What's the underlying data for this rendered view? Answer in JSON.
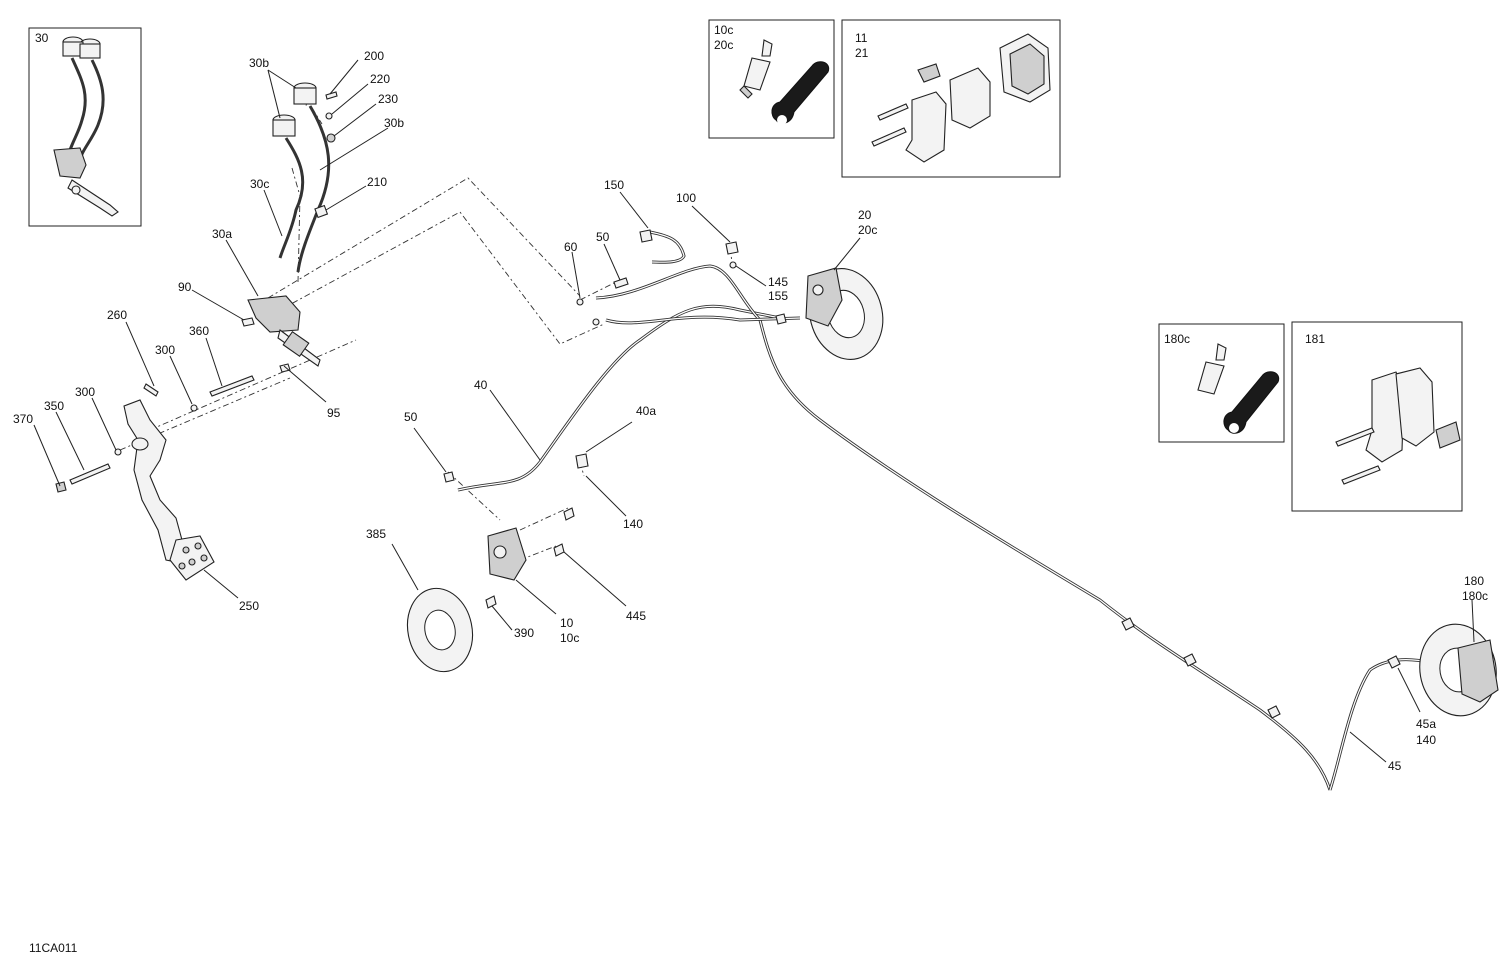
{
  "diagram_id": "11CA011",
  "callouts": {
    "c30": "30",
    "c30b_a": "30b",
    "c200": "200",
    "c220": "220",
    "c230": "230",
    "c30b_b": "30b",
    "c210": "210",
    "c30c": "30c",
    "c30a": "30a",
    "c90": "90",
    "c260": "260",
    "c360": "360",
    "c300_a": "300",
    "c300_b": "300",
    "c350": "350",
    "c370": "370",
    "c95": "95",
    "c250": "250",
    "c10c_box": "10c",
    "c20c_box": "20c",
    "c11": "11",
    "c21": "21",
    "c150": "150",
    "c100": "100",
    "c60": "60",
    "c50_a": "50",
    "c145": "145",
    "c155": "155",
    "c20": "20",
    "c20c": "20c",
    "c40": "40",
    "c40a": "40a",
    "c50_b": "50",
    "c140_a": "140",
    "c385": "385",
    "c390": "390",
    "c10": "10",
    "c10c": "10c",
    "c445": "445",
    "c180c_box": "180c",
    "c181": "181",
    "c180": "180",
    "c180c": "180c",
    "c45a": "45a",
    "c140_b": "140",
    "c45": "45"
  }
}
